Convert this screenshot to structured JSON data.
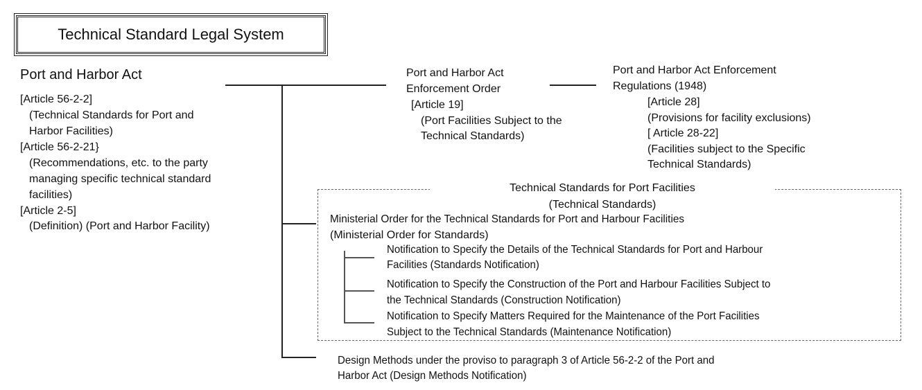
{
  "title": "Technical Standard Legal System",
  "act": {
    "name": "Port and Harbor Act",
    "lines": [
      "[Article 56-2-2]",
      "  (Technical Standards for Port and",
      "  Harbor Facilities)",
      "[Article 56-2-21}",
      "  (Recommendations, etc. to the party",
      "  managing specific technical standard",
      "  facilities)",
      "[Article 2-5]",
      "  (Definition) (Port and Harbor Facility)"
    ]
  },
  "enforcement_order": {
    "lines": [
      "Port and Harbor Act",
      "Enforcement Order",
      " [Article 19]",
      "   (Port Facilities Subject to the",
      "   Technical Standards)"
    ]
  },
  "enforcement_regulations": {
    "lines": [
      "Port and Harbor Act Enforcement",
      "Regulations (1948)",
      "[Article 28]",
      "(Provisions for facility exclusions)",
      "[ Article 28-22]",
      "(Facilities subject to the Specific",
      "Technical Standards)"
    ]
  },
  "technical_standards": {
    "title": [
      "Technical Standards for Port Facilities",
      "(Technical Standards)"
    ],
    "ministerial_order": [
      "Ministerial Order for the Technical Standards for Port and Harbour  Facilities",
      "(Ministerial Order for Standards)"
    ],
    "notifications": [
      [
        "Notification to Specify the Details of the Technical Standards for Port and Harbour",
        "Facilities (Standards Notification)"
      ],
      [
        "Notification to Specify the Construction of the Port and Harbour Facilities Subject to",
        "the Technical Standards (Construction Notification)"
      ],
      [
        "Notification to Specify Matters Required for the Maintenance of the Port Facilities",
        "Subject to the Technical Standards (Maintenance Notification)"
      ]
    ]
  },
  "design_methods": [
    "Design Methods under the proviso to paragraph 3 of Article 56-2-2 of the Port and",
    "Harbor Act (Design Methods Notification)"
  ]
}
